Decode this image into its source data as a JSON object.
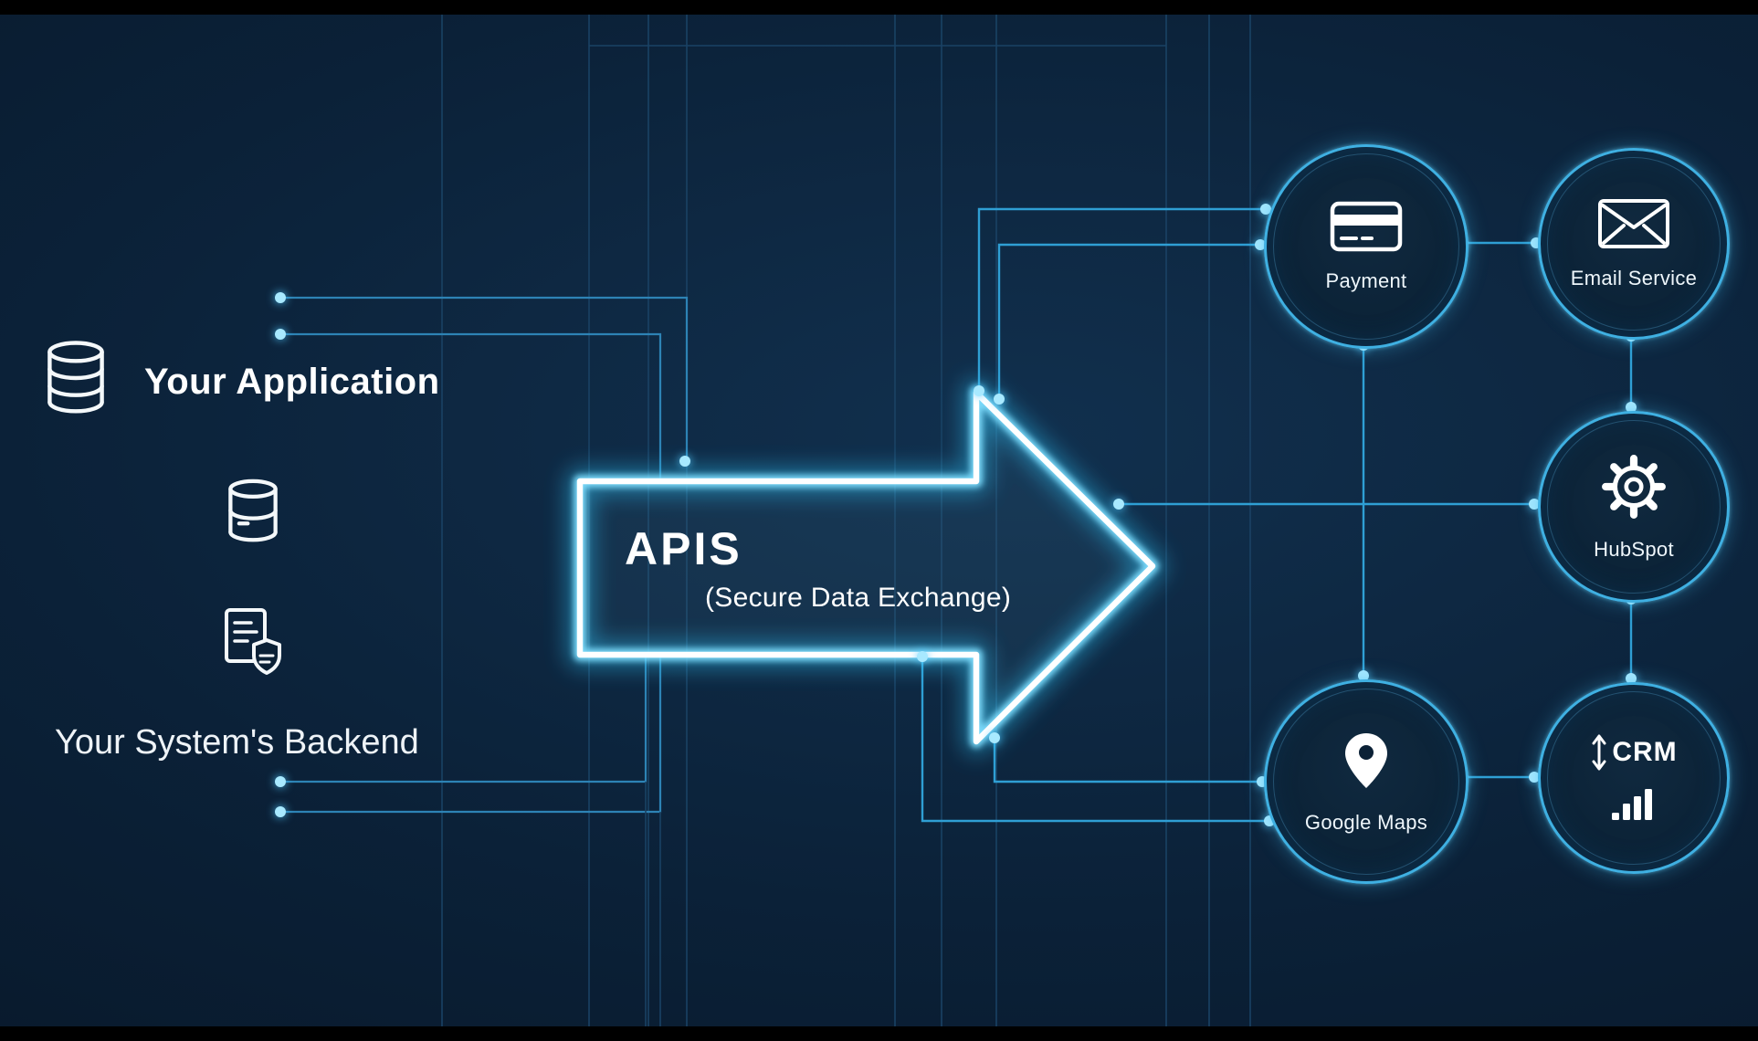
{
  "left": {
    "app_label": "Your Application",
    "backend_label": "Your System's Backend",
    "icons": [
      "database-icon",
      "database-icon",
      "document-shield-icon"
    ]
  },
  "arrow": {
    "title": "APIS",
    "subtitle": "(Secure Data Exchange)"
  },
  "nodes": [
    {
      "label": "Payment",
      "icon": "credit-card-icon"
    },
    {
      "label": "Email Service",
      "icon": "envelope-icon"
    },
    {
      "label": "HubSpot",
      "icon": "gear-icon"
    },
    {
      "label": "Google Maps",
      "icon": "location-pin-icon"
    },
    {
      "label": "CRM",
      "icon": "updown-arrow-bar-chart-icon"
    }
  ],
  "colors": {
    "background": "#0b2138",
    "neon_arrow": "#7fdfff",
    "circuit_line": "#2d83b5",
    "node_ring": "#3fb0e2",
    "icon_white": "#ffffff"
  }
}
